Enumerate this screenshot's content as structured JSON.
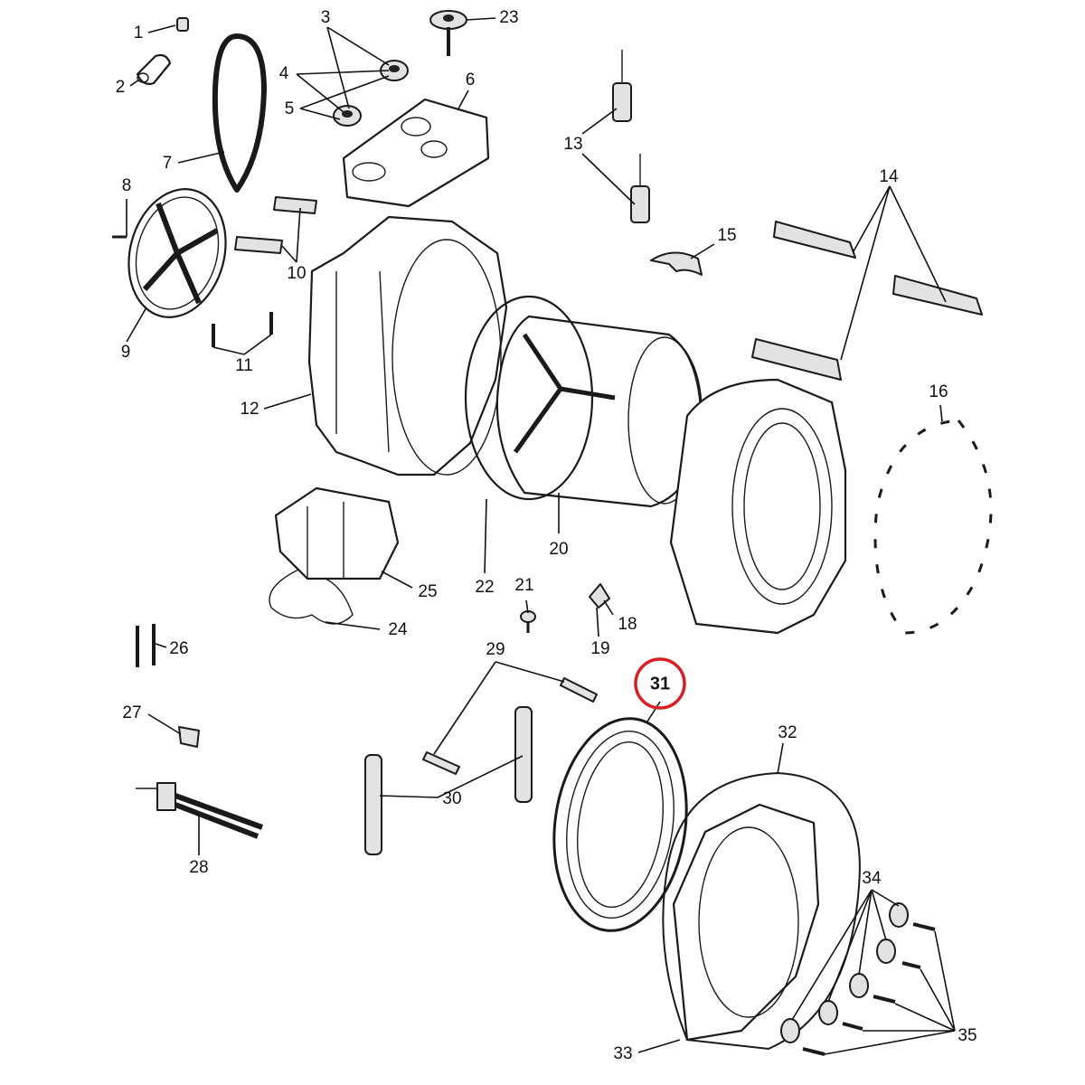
{
  "diagram": {
    "highlight_color": "#d81f26",
    "highlighted_label": "31",
    "labels": [
      "1",
      "2",
      "3",
      "4",
      "5",
      "6",
      "7",
      "8",
      "9",
      "10",
      "11",
      "12",
      "13",
      "14",
      "15",
      "16",
      "18",
      "19",
      "20",
      "21",
      "22",
      "23",
      "24",
      "25",
      "26",
      "27",
      "28",
      "29",
      "30",
      "31",
      "32",
      "33",
      "34",
      "35"
    ]
  }
}
